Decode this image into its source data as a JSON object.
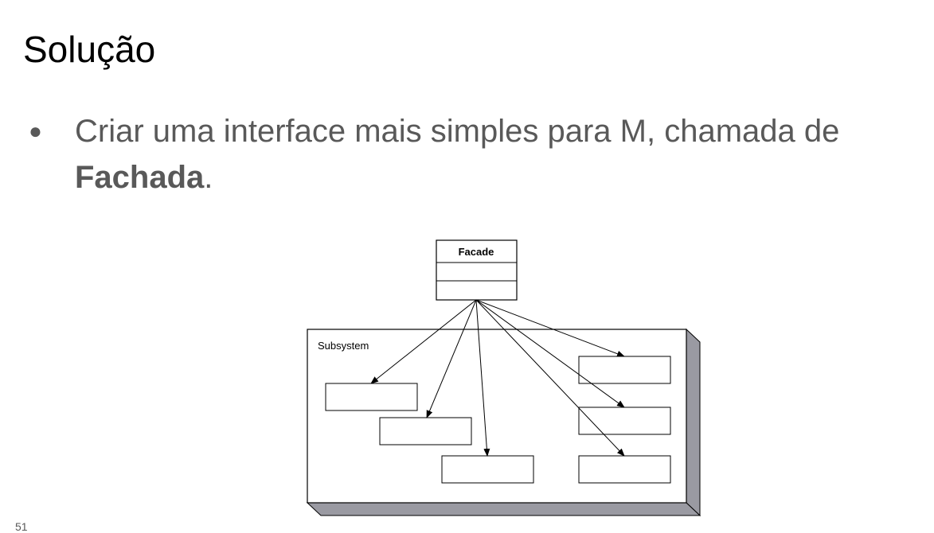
{
  "slide": {
    "title": "Solução",
    "bullet": {
      "text_before": "Criar uma interface mais simples para M, chamada de ",
      "bold_term": "Fachada",
      "text_after": "."
    },
    "page_number": "51"
  },
  "diagram": {
    "facade_label": "Facade",
    "subsystem_label": "Subsystem"
  }
}
